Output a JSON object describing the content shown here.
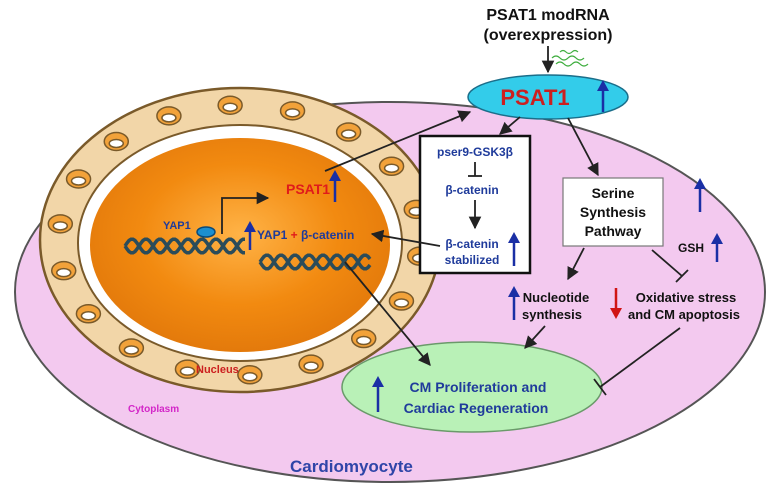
{
  "colors": {
    "cytoplasm_fill": "#f3c9ef",
    "cytoplasm_stroke": "#555555",
    "nucleus_orange": "#f28a10",
    "nucleus_ring": "#f2d6a8",
    "psat1_ellipse": "#33ccea",
    "outcome_ellipse": "#b9f1b7",
    "title_red": "#cc1f1f",
    "pathway_blue": "#1f3b9b",
    "up_arrow": "#1a2fa5",
    "down_arrow": "#d01414",
    "cyto_label": "#d326c8",
    "dna": "#2b4c5a",
    "yap_bead": "#1b8fd0"
  },
  "labels": {
    "modrna_line1": "PSAT1 modRNA",
    "modrna_line2": "(overexpression)",
    "psat1_main": "PSAT1",
    "gsk3b": "pser9-GSK3β",
    "beta_catenin": "β-catenin",
    "beta_catenin_stab_1": "β-catenin",
    "beta_catenin_stab_2": "stabilized",
    "serine_1": "Serine",
    "serine_2": "Synthesis",
    "serine_3": "Pathway",
    "gsh": "GSH",
    "nucleotide_1": "Nucleotide",
    "nucleotide_2": "synthesis",
    "oxidative_1": "Oxidative stress",
    "oxidative_2": "and CM apoptosis",
    "outcome_1": "CM Proliferation and",
    "outcome_2": "Cardiac Regeneration",
    "psat1_nuclear": "PSAT1",
    "yap1": "YAP1",
    "yap_complex_a": "YAP1",
    "yap_complex_plus": "+",
    "yap_complex_b": "β-catenin",
    "nucleus": "Nucleus",
    "cytoplasm": "Cytoplasm",
    "cell": "Cardiomyocyte"
  }
}
